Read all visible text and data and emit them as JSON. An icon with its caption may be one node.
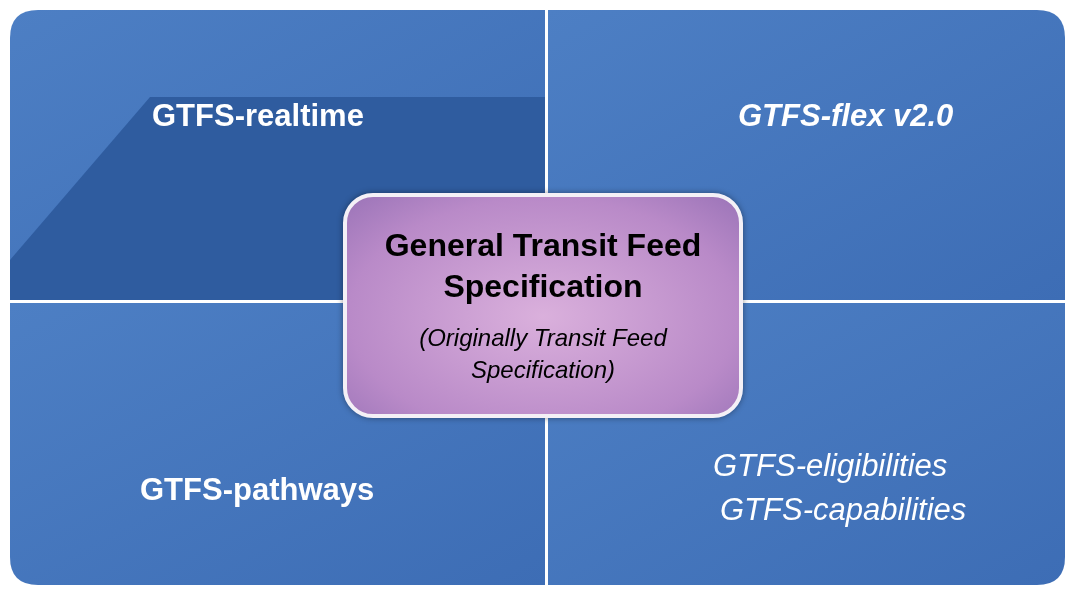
{
  "diagram": {
    "nodes": [
      {
        "text": [
          "GTFS-realtime"
        ]
      },
      {
        "text": [
          "GTFS-flex v2.0"
        ]
      },
      {
        "text": [
          "General Transit Feed Specification",
          "(Originally Transit Feed Specification)"
        ]
      },
      {
        "text": [
          "GTFS-pathways"
        ]
      },
      {
        "text": [
          "GTFS-eligibilities",
          "GTFS-capabilities"
        ]
      }
    ]
  }
}
